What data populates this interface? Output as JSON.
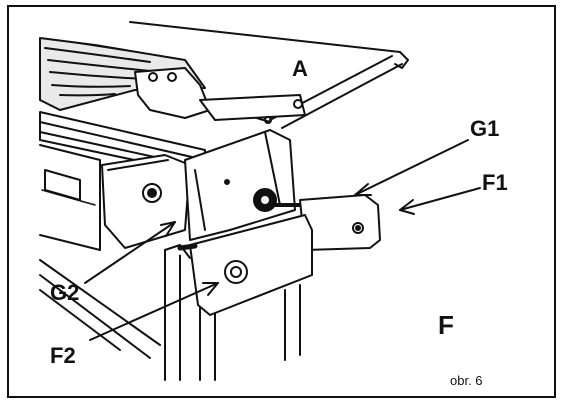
{
  "figure": {
    "labels": {
      "a": "A",
      "g1": "G1",
      "f1": "F1",
      "g2": "G2",
      "f2": "F2",
      "f": "F"
    },
    "caption": "obr. 6"
  }
}
